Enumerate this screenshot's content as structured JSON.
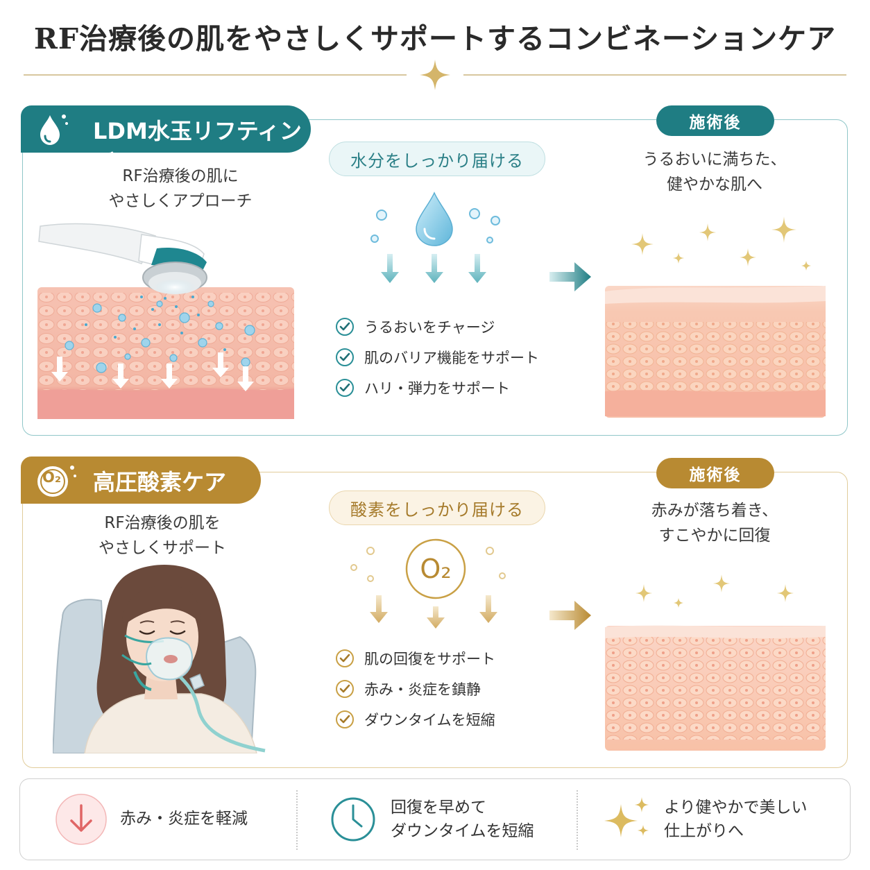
{
  "title": "RF治療後の肌をやさしくサポートするコンビネーションケア",
  "ldm": {
    "tab_label": "LDM水玉リフティング",
    "subtext_line1": "RF治療後の肌に",
    "subtext_line2": "やさしくアプローチ",
    "pill": "水分をしっかり届ける",
    "checklist": [
      "うるおいをチャージ",
      "肌のバリア機能をサポート",
      "ハリ・弾力をサポート"
    ],
    "after_badge": "施術後",
    "after_line1": "うるおいに満ちた、",
    "after_line2": "健やかな肌へ",
    "accent_color": "#1f7d83"
  },
  "oxygen": {
    "tab_label": "高圧酸素ケア",
    "tab_icon_text": "O₂",
    "subtext_line1": "RF治療後の肌を",
    "subtext_line2": "やさしくサポート",
    "pill": "酸素をしっかり届ける",
    "o2_symbol": "O₂",
    "checklist": [
      "肌の回復をサポート",
      "赤み・炎症を鎮静",
      "ダウンタイムを短縮"
    ],
    "after_badge": "施術後",
    "after_line1": "赤みが落ち着き、",
    "after_line2": "すこやかに回復",
    "accent_color": "#b88a32"
  },
  "summary": [
    {
      "icon": "down-arrow-icon",
      "line1": "赤み・炎症を軽減",
      "line2": ""
    },
    {
      "icon": "clock-icon",
      "line1": "回復を早めて",
      "line2": "ダウンタイムを短縮"
    },
    {
      "icon": "sparkle-icon",
      "line1": "より健やかで美しい",
      "line2": "仕上がりへ"
    }
  ]
}
